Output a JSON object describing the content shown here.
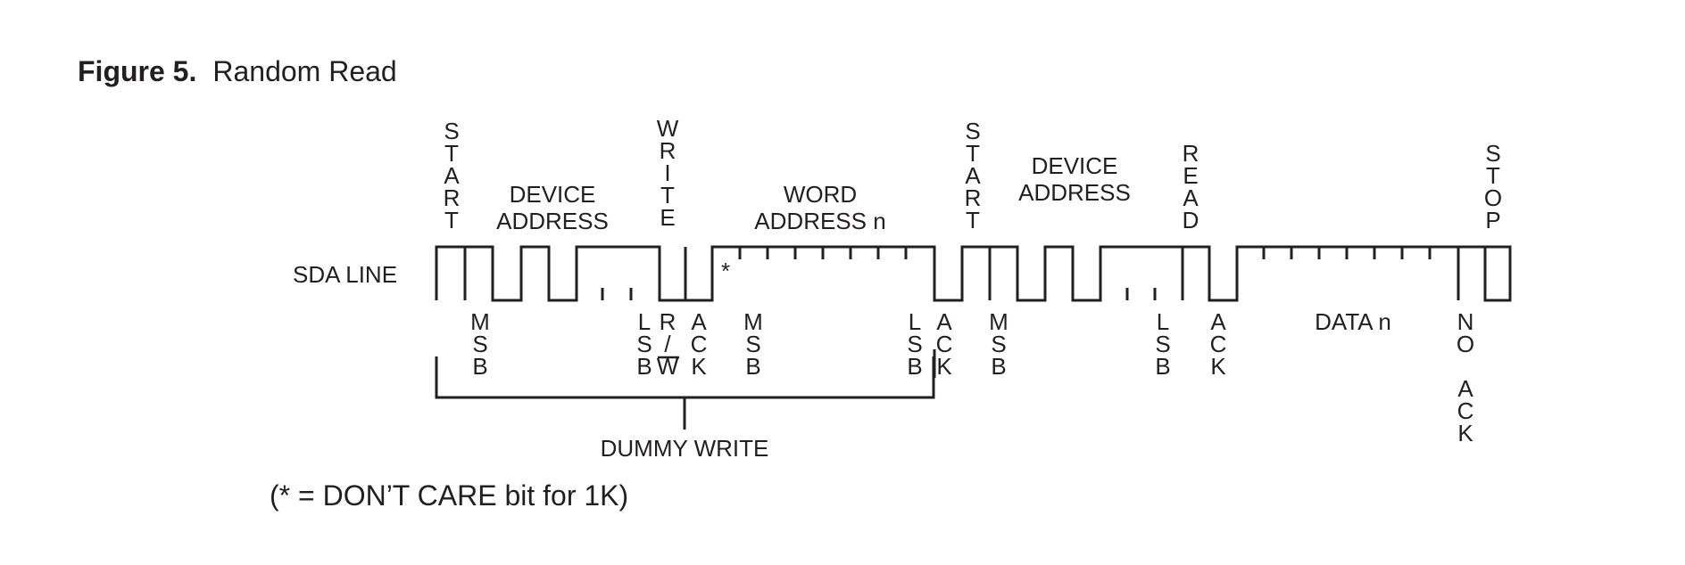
{
  "figure": {
    "number": "Figure 5.",
    "title": "Random Read"
  },
  "signal_label": "SDA LINE",
  "top_labels": {
    "start_1": "START",
    "device_address_1": [
      "DEVICE",
      "ADDRESS"
    ],
    "write": "WRITE",
    "word_address": [
      "WORD",
      "ADDRESS n"
    ],
    "start_2": "START",
    "device_address_2": [
      "DEVICE",
      "ADDRESS"
    ],
    "read": "READ",
    "stop": "STOP"
  },
  "bottom_labels": {
    "msb_1": "MSB",
    "lsb_1": "LSB",
    "rw": [
      "R",
      "/",
      "W"
    ],
    "ack_1": "ACK",
    "msb_2": "MSB",
    "lsb_2": "LSB",
    "ack_2": "ACK",
    "msb_3": "MSB",
    "lsb_3": "LSB",
    "ack_3": "ACK",
    "data": "DATA n",
    "no_ack": [
      "NO",
      "ACK"
    ]
  },
  "dont_care_marker": "*",
  "dummy_write_label": "DUMMY WRITE",
  "footnote": "(* = DON’T CARE bit for 1K)"
}
